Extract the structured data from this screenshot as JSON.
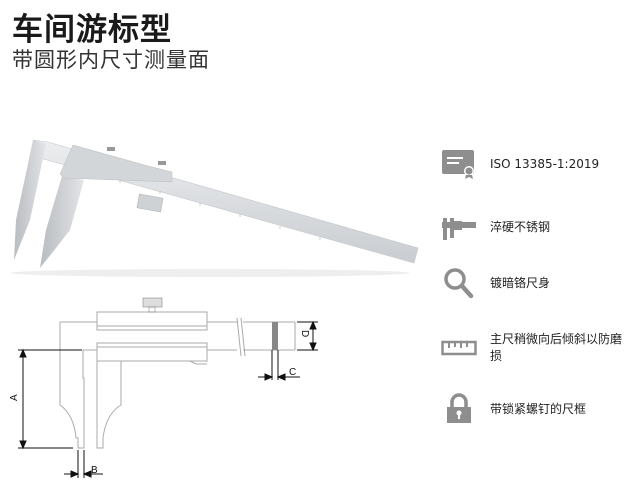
{
  "header": {
    "title": "车间游标型",
    "subtitle": "带圆形内尺寸测量面"
  },
  "diagram": {
    "labels": {
      "a": "A",
      "b": "B",
      "c": "C",
      "d": "D"
    }
  },
  "features": [
    {
      "icon": "certificate-icon",
      "text": "ISO 13385-1:2019"
    },
    {
      "icon": "caliper-icon",
      "text": "淬硬不锈钢"
    },
    {
      "icon": "magnifier-icon",
      "text": "镀暗铬尺身"
    },
    {
      "icon": "ruler-icon",
      "text": "主尺稍微向后倾斜以防磨损"
    },
    {
      "icon": "lock-icon",
      "text": "带锁紧螺钉的尺框"
    }
  ],
  "colors": {
    "icon": "#8e8e8e",
    "steel": "#d9dcdf"
  }
}
